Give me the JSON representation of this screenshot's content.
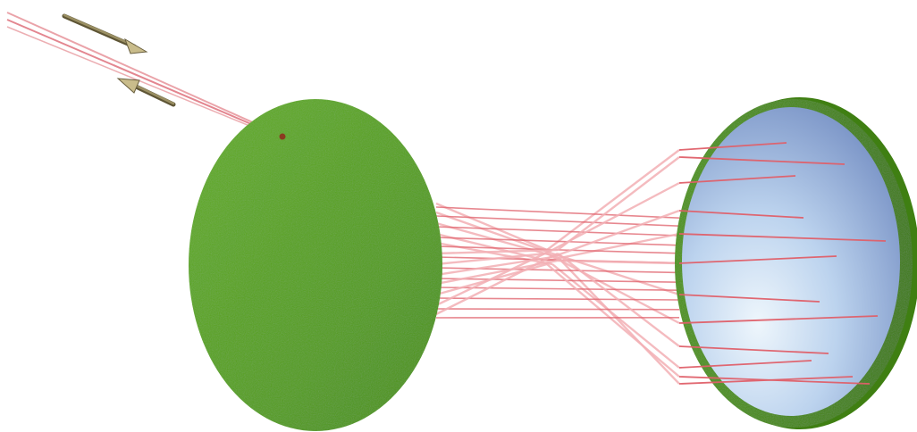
{
  "colors": {
    "background": "#ffffff",
    "mirror_green": "#559e1c",
    "mirror_green_dark": "#3f7f12",
    "mirror_green_light": "#63ad24",
    "mirror_inner_blue_light": "#e6f2fb",
    "mirror_inner_blue": "#a9c3e6",
    "mirror_inner_blue_dark": "#6f89be",
    "laser_red": "#e0606a",
    "laser_red_light": "#f3b0b5",
    "arrow_fill": "#8a7f55",
    "arrow_dark": "#5e5535",
    "arrow_head": "#c9bc8b"
  },
  "scene": {
    "elements": [
      "incoming-beam",
      "input-arrows",
      "input-mirror",
      "reflected-ray-bundle",
      "output-mirror"
    ],
    "arrows": [
      {
        "name": "incoming-arrow",
        "direction": "down-right"
      },
      {
        "name": "outgoing-arrow",
        "direction": "up-left"
      }
    ]
  }
}
